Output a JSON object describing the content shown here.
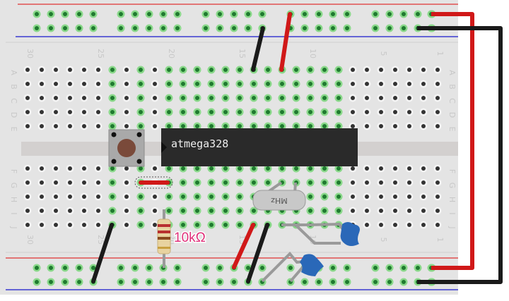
{
  "chip": {
    "label": "atmega328"
  },
  "resistor": {
    "label": "10kΩ"
  },
  "crystal": {
    "label": "MHz"
  },
  "column_numbers": [
    "30",
    "25",
    "20",
    "15",
    "10",
    "5",
    "1"
  ],
  "row_letters_top": [
    "A",
    "B",
    "C",
    "D",
    "E"
  ],
  "row_letters_bottom": [
    "F",
    "G",
    "H",
    "I",
    "J"
  ],
  "colors": {
    "board": "#e4e4e4",
    "rail_red": "#e05050",
    "rail_blue": "#3a3ad0",
    "hole_active": "#1f7a2f",
    "hole_glow": "#8ad88a",
    "hole_idle": "#333333",
    "wire_red": "#d01818",
    "wire_black": "#1a1a1a",
    "capacitor": "#2a68b8",
    "resistor_label": "#e0307a"
  }
}
